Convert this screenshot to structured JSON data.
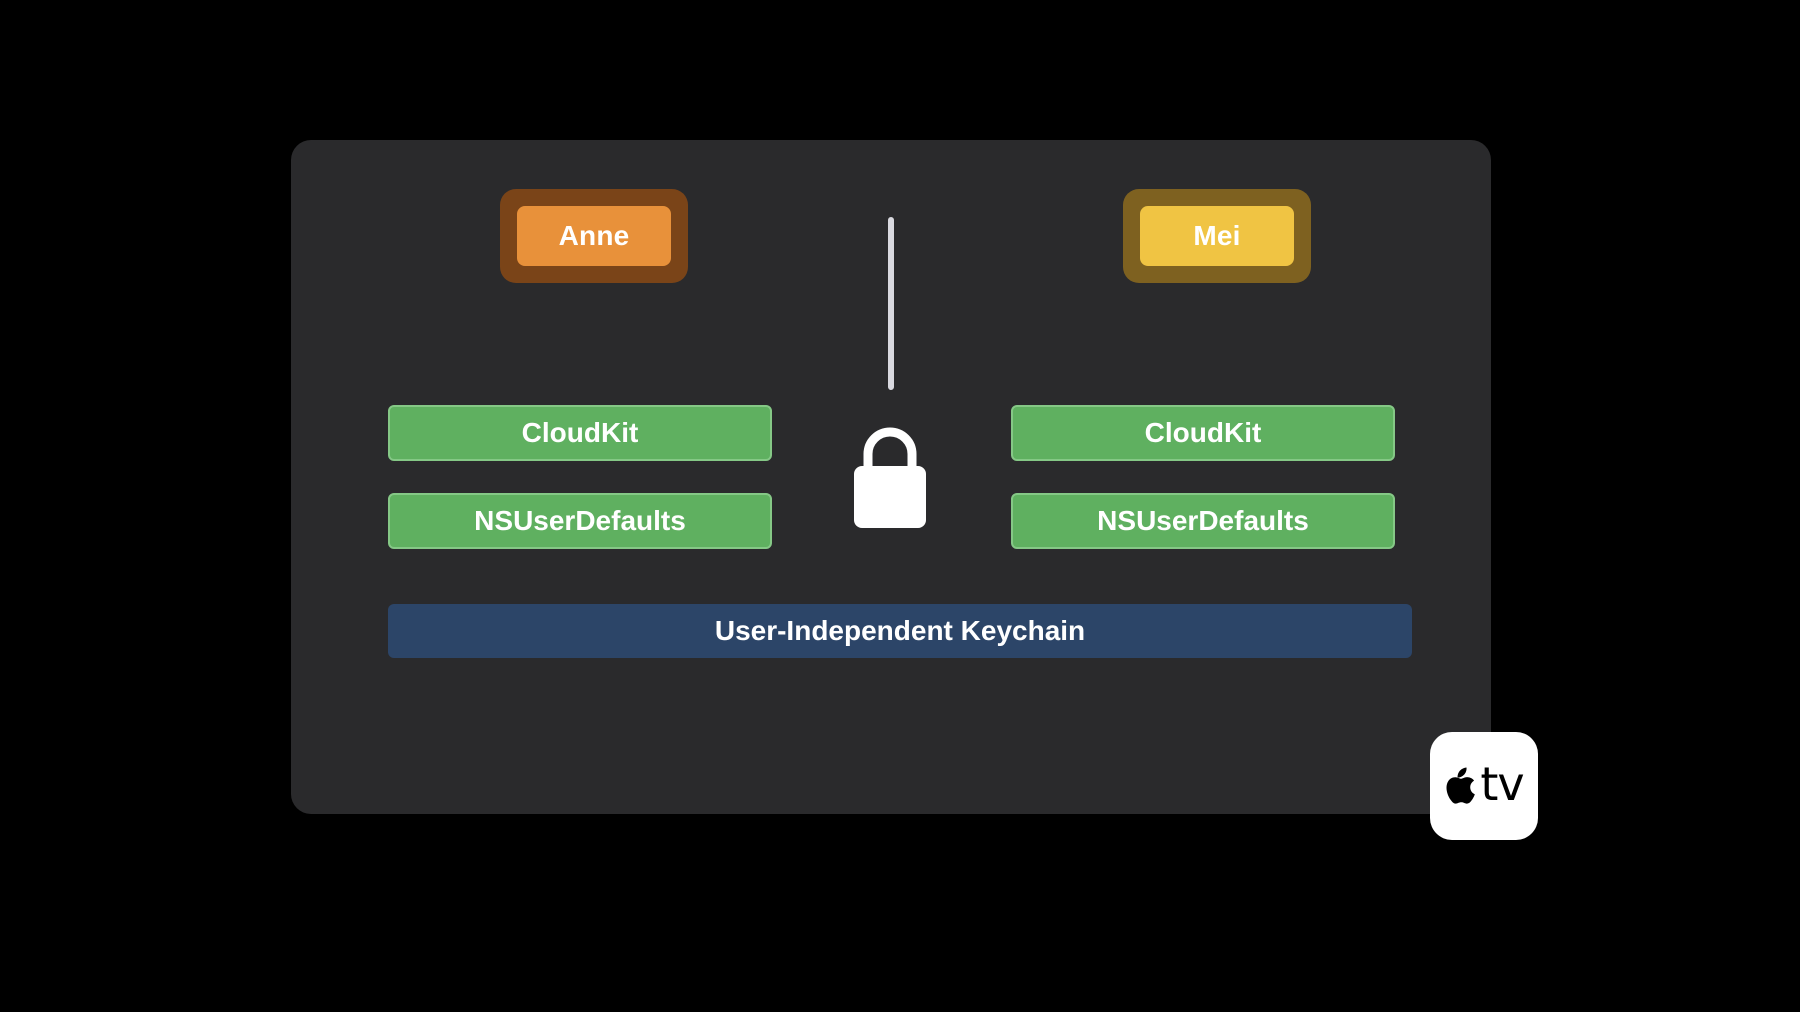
{
  "users": {
    "left": {
      "name": "Anne",
      "chip_color": "#e8913a",
      "glow_color": "#7a4418"
    },
    "right": {
      "name": "Mei",
      "chip_color": "#f0c443",
      "glow_color": "#7e6120"
    }
  },
  "stores": {
    "left": {
      "cloudkit": "CloudKit",
      "defaults": "NSUserDefaults"
    },
    "right": {
      "cloudkit": "CloudKit",
      "defaults": "NSUserDefaults"
    },
    "color": "#5fb060"
  },
  "keychain": {
    "label": "User-Independent Keychain",
    "color": "#2c4568"
  },
  "lock": {
    "icon": "lock-icon"
  },
  "badge": {
    "icon": "apple-logo-icon",
    "text": "tv"
  }
}
